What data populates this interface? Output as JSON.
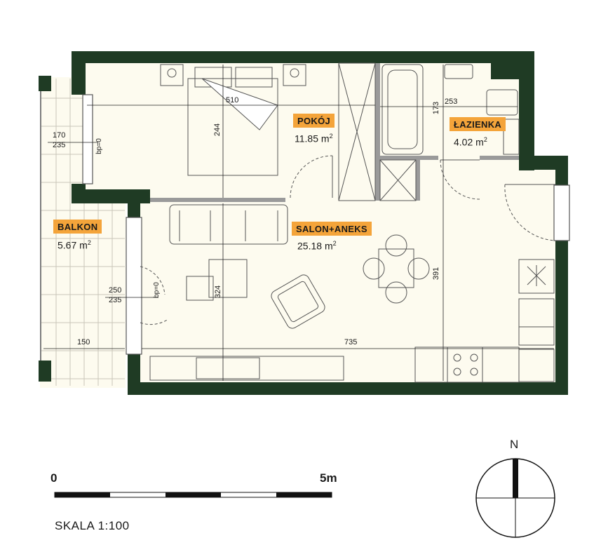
{
  "rooms": {
    "pokoj": {
      "name": "POKÓJ",
      "area": "11.85",
      "unit": "m"
    },
    "lazienka": {
      "name": "ŁAZIENKA",
      "area": "4.02",
      "unit": "m"
    },
    "salon": {
      "name": "SALON+ANEKS",
      "area": "25.18",
      "unit": "m"
    },
    "balkon": {
      "name": "BALKON",
      "area": "5.67",
      "unit": "m"
    }
  },
  "dimensions": {
    "pokoj_width": "510",
    "pokoj_height": "244",
    "lazienka_width": "253",
    "lazienka_height": "173",
    "salon_width": "735",
    "salon_height": "324",
    "kitchen_height": "391",
    "balkon_width": "150",
    "window_top_a": "170",
    "window_top_b": "235",
    "window_bottom_a": "250",
    "window_bottom_b": "235",
    "bp_label": "bp=0"
  },
  "scale": {
    "start": "0",
    "end": "5m",
    "label": "SKALA 1:100"
  },
  "compass": {
    "north": "N"
  },
  "colors": {
    "wall": "#1f3b24",
    "partition": "#9a9a9a",
    "floor": "#fdfbef",
    "label_bg": "#f4a43a"
  }
}
